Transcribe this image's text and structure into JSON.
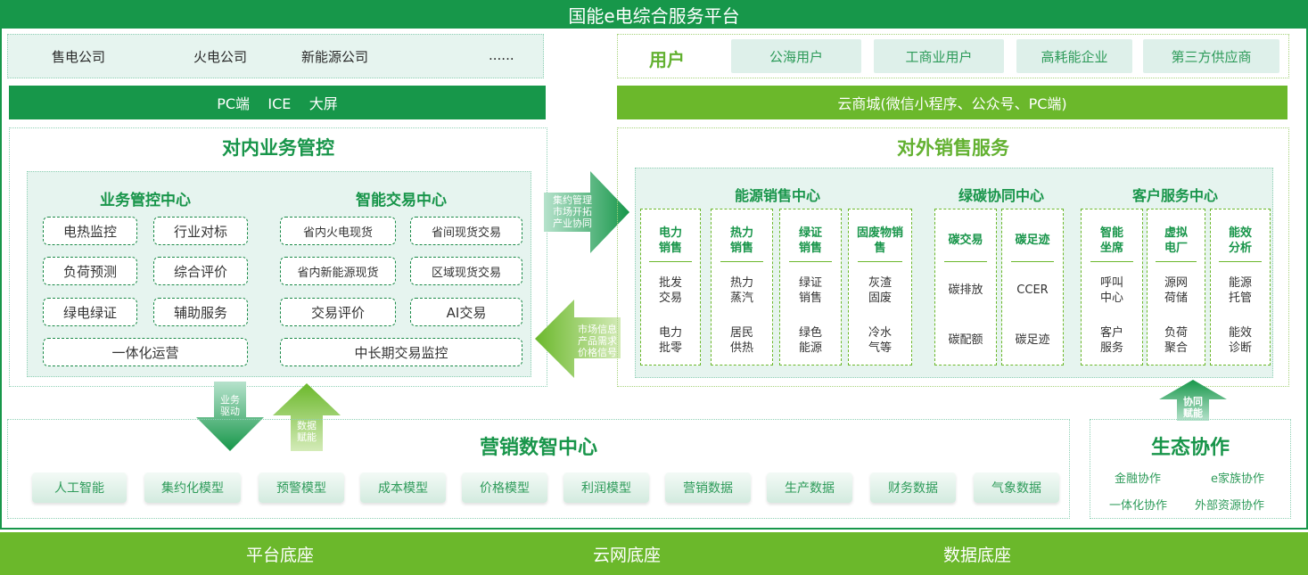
{
  "title": "国能e电综合服务平台",
  "companies": [
    "售电公司",
    "火电公司",
    "新能源公司",
    "......"
  ],
  "users": {
    "label": "用户",
    "items": [
      "公海用户",
      "工商业用户",
      "高耗能企业",
      "第三方供应商"
    ]
  },
  "left_channel": "PC端    ICE    大屏",
  "right_channel": "云商城(微信小程序、公众号、PC端)",
  "internal": {
    "title": "对内业务管控",
    "biz_center": {
      "title": "业务管控中心",
      "items": [
        "电热监控",
        "行业对标",
        "负荷预测",
        "综合评价",
        "绿电绿证",
        "辅助服务",
        "一体化运营"
      ]
    },
    "trade_center": {
      "title": "智能交易中心",
      "items": [
        "省内火电现货",
        "省间现货交易",
        "省内新能源现货",
        "区域现货交易",
        "交易评价",
        "AI交易",
        "中长期交易监控"
      ]
    }
  },
  "arrow_right_text": [
    "集约管理",
    "市场开拓",
    "产业协同"
  ],
  "arrow_left_text": [
    "市场信息",
    "产品需求",
    "价格信号"
  ],
  "external": {
    "title": "对外销售服务",
    "energy_center": {
      "title": "能源销售中心",
      "columns": [
        {
          "title": [
            "电力",
            "销售"
          ],
          "items": [
            [
              "批发",
              "交易"
            ],
            [
              "电力",
              "批零"
            ]
          ]
        },
        {
          "title": [
            "热力",
            "销售"
          ],
          "items": [
            [
              "热力",
              "蒸汽"
            ],
            [
              "居民",
              "供热"
            ]
          ]
        },
        {
          "title": [
            "绿证",
            "销售"
          ],
          "items": [
            [
              "绿证",
              "销售"
            ],
            [
              "绿色",
              "能源"
            ]
          ]
        },
        {
          "title": [
            "固废物销",
            "售"
          ],
          "items": [
            [
              "灰渣",
              "固废"
            ],
            [
              "冷水",
              "气等"
            ]
          ]
        }
      ]
    },
    "carbon_center": {
      "title": "绿碳协同中心",
      "columns": [
        {
          "title": [
            "碳交易"
          ],
          "items": [
            [
              "碳排放"
            ],
            [
              "碳配额"
            ]
          ]
        },
        {
          "title": [
            "碳足迹"
          ],
          "items": [
            [
              "CCER"
            ],
            [
              "碳足迹"
            ]
          ]
        }
      ]
    },
    "service_center": {
      "title": "客户服务中心",
      "columns": [
        {
          "title": [
            "智能",
            "坐席"
          ],
          "items": [
            [
              "呼叫",
              "中心"
            ],
            [
              "客户",
              "服务"
            ]
          ]
        },
        {
          "title": [
            "虚拟",
            "电厂"
          ],
          "items": [
            [
              "源网",
              "荷储"
            ],
            [
              "负荷",
              "聚合"
            ]
          ]
        },
        {
          "title": [
            "能效",
            "分析"
          ],
          "items": [
            [
              "能源",
              "托管"
            ],
            [
              "能效",
              "诊断"
            ]
          ]
        }
      ]
    }
  },
  "down_arrow_text": [
    "业务",
    "驱动"
  ],
  "up_arrow_text": [
    "数据",
    "赋能"
  ],
  "eco_arrow_text": [
    "协同",
    "赋能"
  ],
  "marketing": {
    "title": "营销数智中心",
    "items": [
      "人工智能",
      "集约化模型",
      "预警模型",
      "成本模型",
      "价格模型",
      "利润模型",
      "营销数据",
      "生产数据",
      "财务数据",
      "气象数据"
    ]
  },
  "eco": {
    "title": "生态协作",
    "items": [
      "金融协作",
      "e家族协作",
      "一体化协作",
      "外部资源协作"
    ]
  },
  "base": [
    "平台底座",
    "云网底座",
    "数据底座"
  ],
  "colors": {
    "dark_green": "#17974a",
    "lime": "#6bb82b",
    "light": "#e6f4ef"
  }
}
